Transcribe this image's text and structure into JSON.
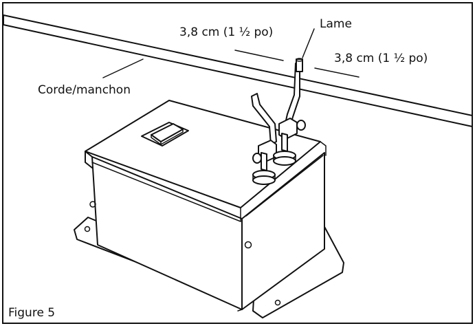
{
  "labels": {
    "dimension_left": "3,8 cm (1 ½ po)",
    "blade": "Lame",
    "dimension_right": "3,8 cm (1 ½ po)",
    "cord": "Corde/manchon",
    "figure": "Figure 5"
  }
}
